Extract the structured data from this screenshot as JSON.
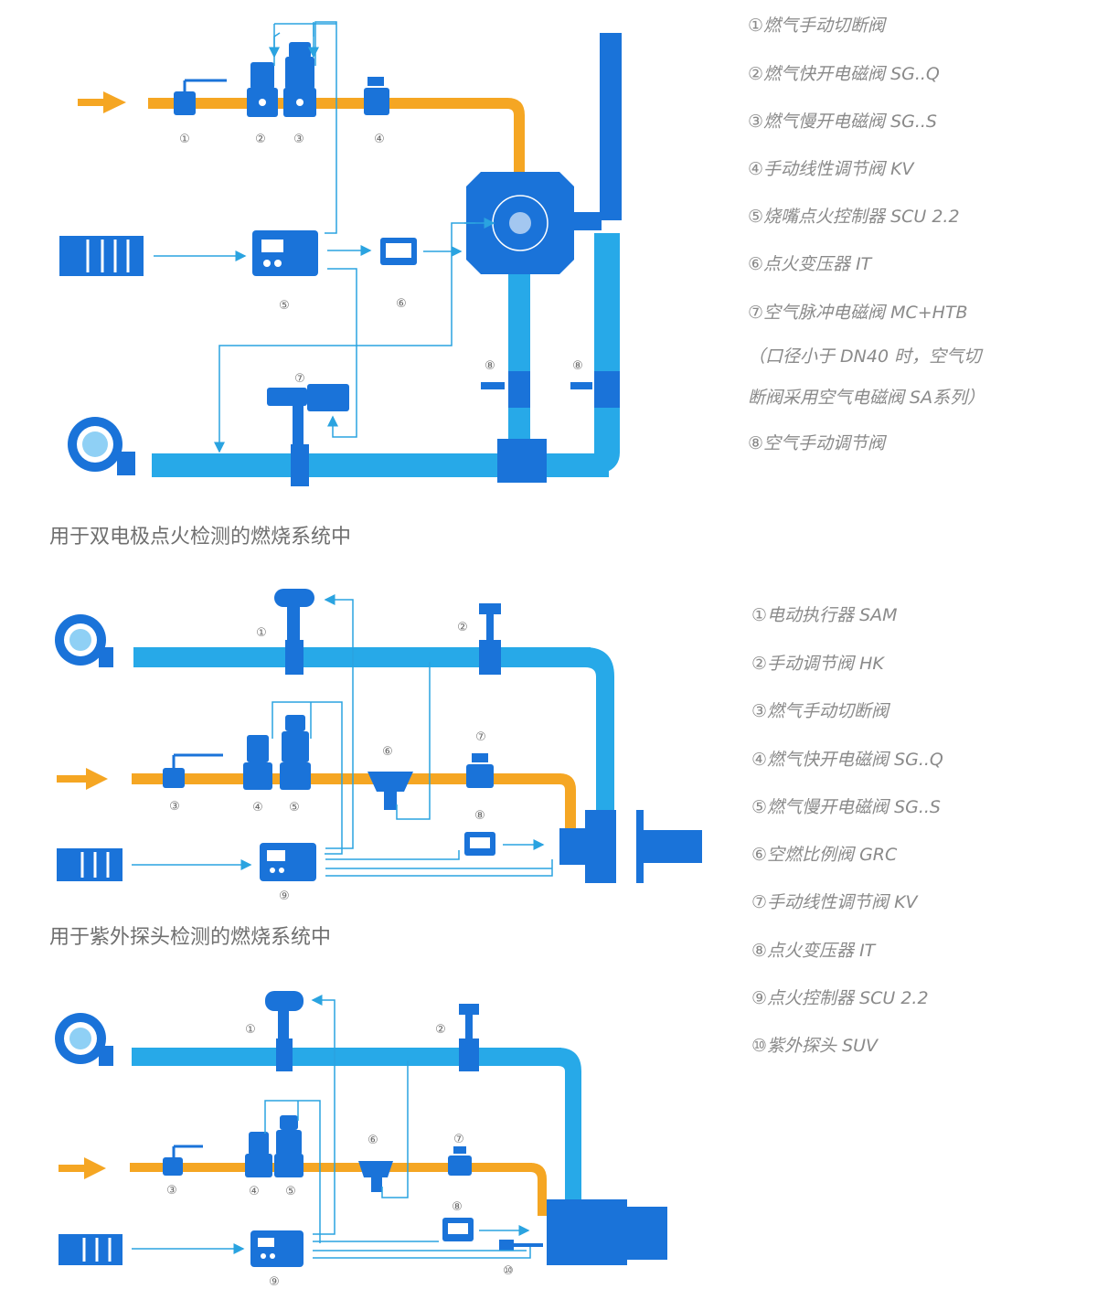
{
  "colors": {
    "gas": "#f5a623",
    "air": "#27a9e8",
    "device": "#1a73d9",
    "wire": "#2aa3e0"
  },
  "diagram1": {
    "numbers": [
      "①",
      "②",
      "③",
      "④",
      "⑤",
      "⑥",
      "⑦",
      "⑧",
      "⑧"
    ],
    "legend": [
      "①燃气手动切断阀",
      "②燃气快开电磁阀 SG..Q",
      "③燃气慢开电磁阀 SG..S",
      "④手动线性调节阀 KV",
      "⑤烧嘴点火控制器 SCU 2.2",
      "⑥点火变压器 IT",
      "⑦空气脉冲电磁阀  MC+HTB",
      "（口径小于  DN40  时，空气切",
      "断阀采用空气电磁阀 SA系列）",
      "⑧空气手动调节阀"
    ]
  },
  "title1": "用于双电极点火检测的燃烧系统中",
  "diagram2": {
    "numbers": [
      "①",
      "②",
      "③",
      "④",
      "⑤",
      "⑥",
      "⑦",
      "⑧",
      "⑨"
    ],
    "legend": [
      "①电动执行器 SAM",
      "②手动调节阀 HK",
      "③燃气手动切断阀",
      "④燃气快开电磁阀 SG..Q",
      "⑤燃气慢开电磁阀 SG..S",
      "⑥空燃比例阀 GRC",
      "⑦手动线性调节阀 KV",
      "⑧点火变压器 IT",
      "⑨点火控制器 SCU 2.2",
      "⑩紫外探头 SUV"
    ]
  },
  "title2": "用于紫外探头检测的燃烧系统中",
  "diagram3": {
    "numbers": [
      "①",
      "②",
      "③",
      "④",
      "⑤",
      "⑥",
      "⑦",
      "⑧",
      "⑨",
      "⑩"
    ]
  }
}
